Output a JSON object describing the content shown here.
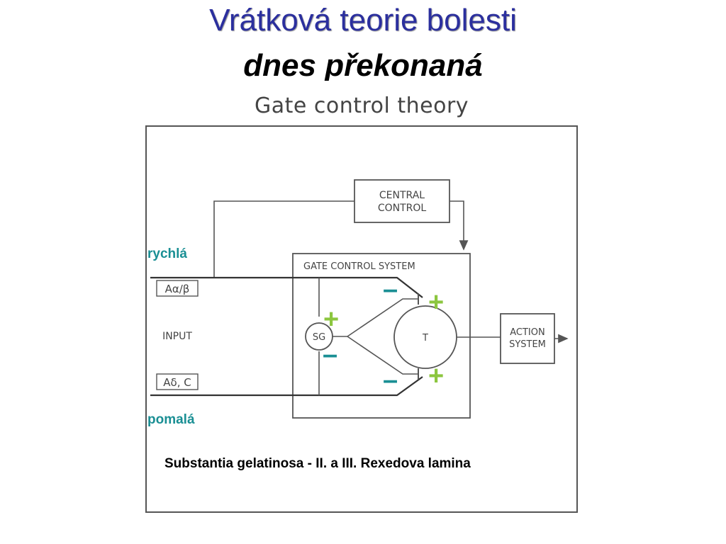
{
  "slide": {
    "title": "Vrátková teorie bolesti",
    "subtitle": "dnes překonaná"
  },
  "figure": {
    "heading": "Gate control theory",
    "central_control_line1": "CENTRAL",
    "central_control_line2": "CONTROL",
    "gate_system_label": "GATE CONTROL SYSTEM",
    "sg_label": "SG",
    "t_label": "T",
    "action_line1": "ACTION",
    "action_line2": "SYSTEM",
    "input_label": "INPUT",
    "fiber_fast": "Aα/β",
    "fiber_slow": "Aδ, C"
  },
  "annotations": {
    "fast": "rychlá",
    "slow": "pomalá",
    "plus": "+",
    "minus": "–",
    "caption": "Substantia gelatinosa - II. a III. Rexedova lamina"
  },
  "colors": {
    "title_blue": "#2b2f9e",
    "teal": "#1a8f94",
    "green": "#8cc63f"
  }
}
